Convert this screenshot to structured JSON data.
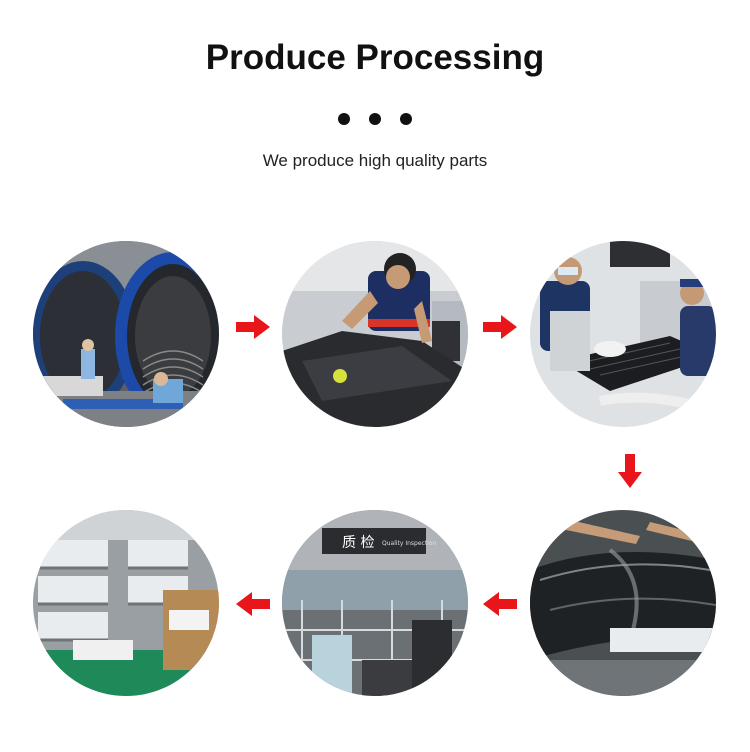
{
  "header": {
    "title": "Produce Processing",
    "subtitle": "We produce high quality parts"
  },
  "steps": [
    {
      "name": "autoclave-photo"
    },
    {
      "name": "layup-cutting-photo"
    },
    {
      "name": "polishing-photo"
    },
    {
      "name": "carbon-panel-photo"
    },
    {
      "name": "quality-inspection-photo",
      "sign_text": "质 检",
      "sign_subtext": "Quality Inspection"
    },
    {
      "name": "warehouse-photo"
    }
  ],
  "colors": {
    "arrow": "#e8161b",
    "text": "#111111"
  }
}
